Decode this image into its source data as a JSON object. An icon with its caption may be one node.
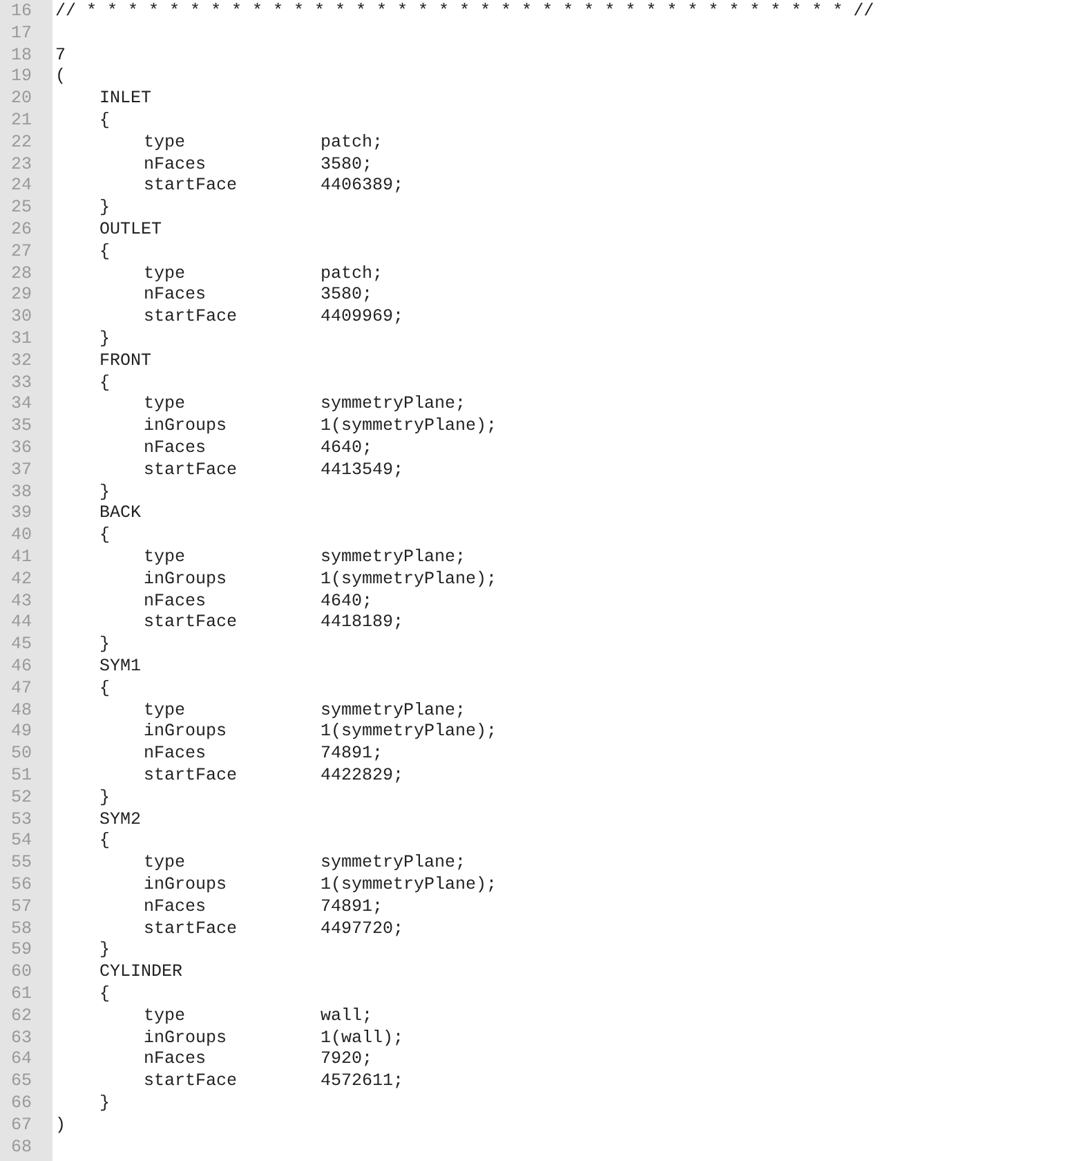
{
  "diagram": {
    "labels": [
      "16",
      "// * * * * * * * * * * * * * * * * * * * * * * * * * * * * * * * * * * * * * //",
      "17",
      "18",
      "7",
      "19",
      "(",
      "20",
      "INLET",
      "21",
      "{",
      "22",
      "type",
      "patch;",
      "23",
      "nFaces",
      "3580;",
      "24",
      "startFace",
      "4406389;",
      "25",
      "}",
      "26",
      "OUTLET",
      "27",
      "{",
      "28",
      "type",
      "patch;",
      "29",
      "nFaces",
      "3580;",
      "30",
      "startFace",
      "4409969;",
      "31",
      "}",
      "32",
      "FRONT",
      "33",
      "{",
      "34",
      "type",
      "symmetryPlane;",
      "35",
      "inGroups",
      "1(symmetryPlane);",
      "36",
      "nFaces",
      "4640;",
      "37",
      "startFace",
      "4413549;",
      "38",
      "}",
      "39",
      "BACK",
      "40",
      "{",
      "41",
      "type",
      "symmetryPlane;",
      "42",
      "inGroups",
      "1(symmetryPlane);",
      "43",
      "nFaces",
      "4640;",
      "44",
      "startFace",
      "4418189;",
      "45",
      "}",
      "46",
      "SYM1",
      "47",
      "{",
      "48",
      "type",
      "symmetryPlane;",
      "49",
      "inGroups",
      "1(symmetryPlane);",
      "50",
      "nFaces",
      "74891;",
      "51",
      "startFace",
      "4422829;",
      "52",
      "}",
      "53",
      "SYM2",
      "54",
      "{",
      "55",
      "type",
      "symmetryPlane;",
      "56",
      "inGroups",
      "1(symmetryPlane);",
      "57",
      "nFaces",
      "74891;",
      "58",
      "startFace",
      "4497720;",
      "59",
      "}",
      "60",
      "CYLINDER",
      "61",
      "{",
      "62",
      "type",
      "wall;",
      "63",
      "inGroups",
      "1(wall);",
      "64",
      "nFaces",
      "7920;",
      "65",
      "startFace",
      "4572611;",
      "66",
      "}",
      "67",
      ")",
      "68"
    ]
  }
}
